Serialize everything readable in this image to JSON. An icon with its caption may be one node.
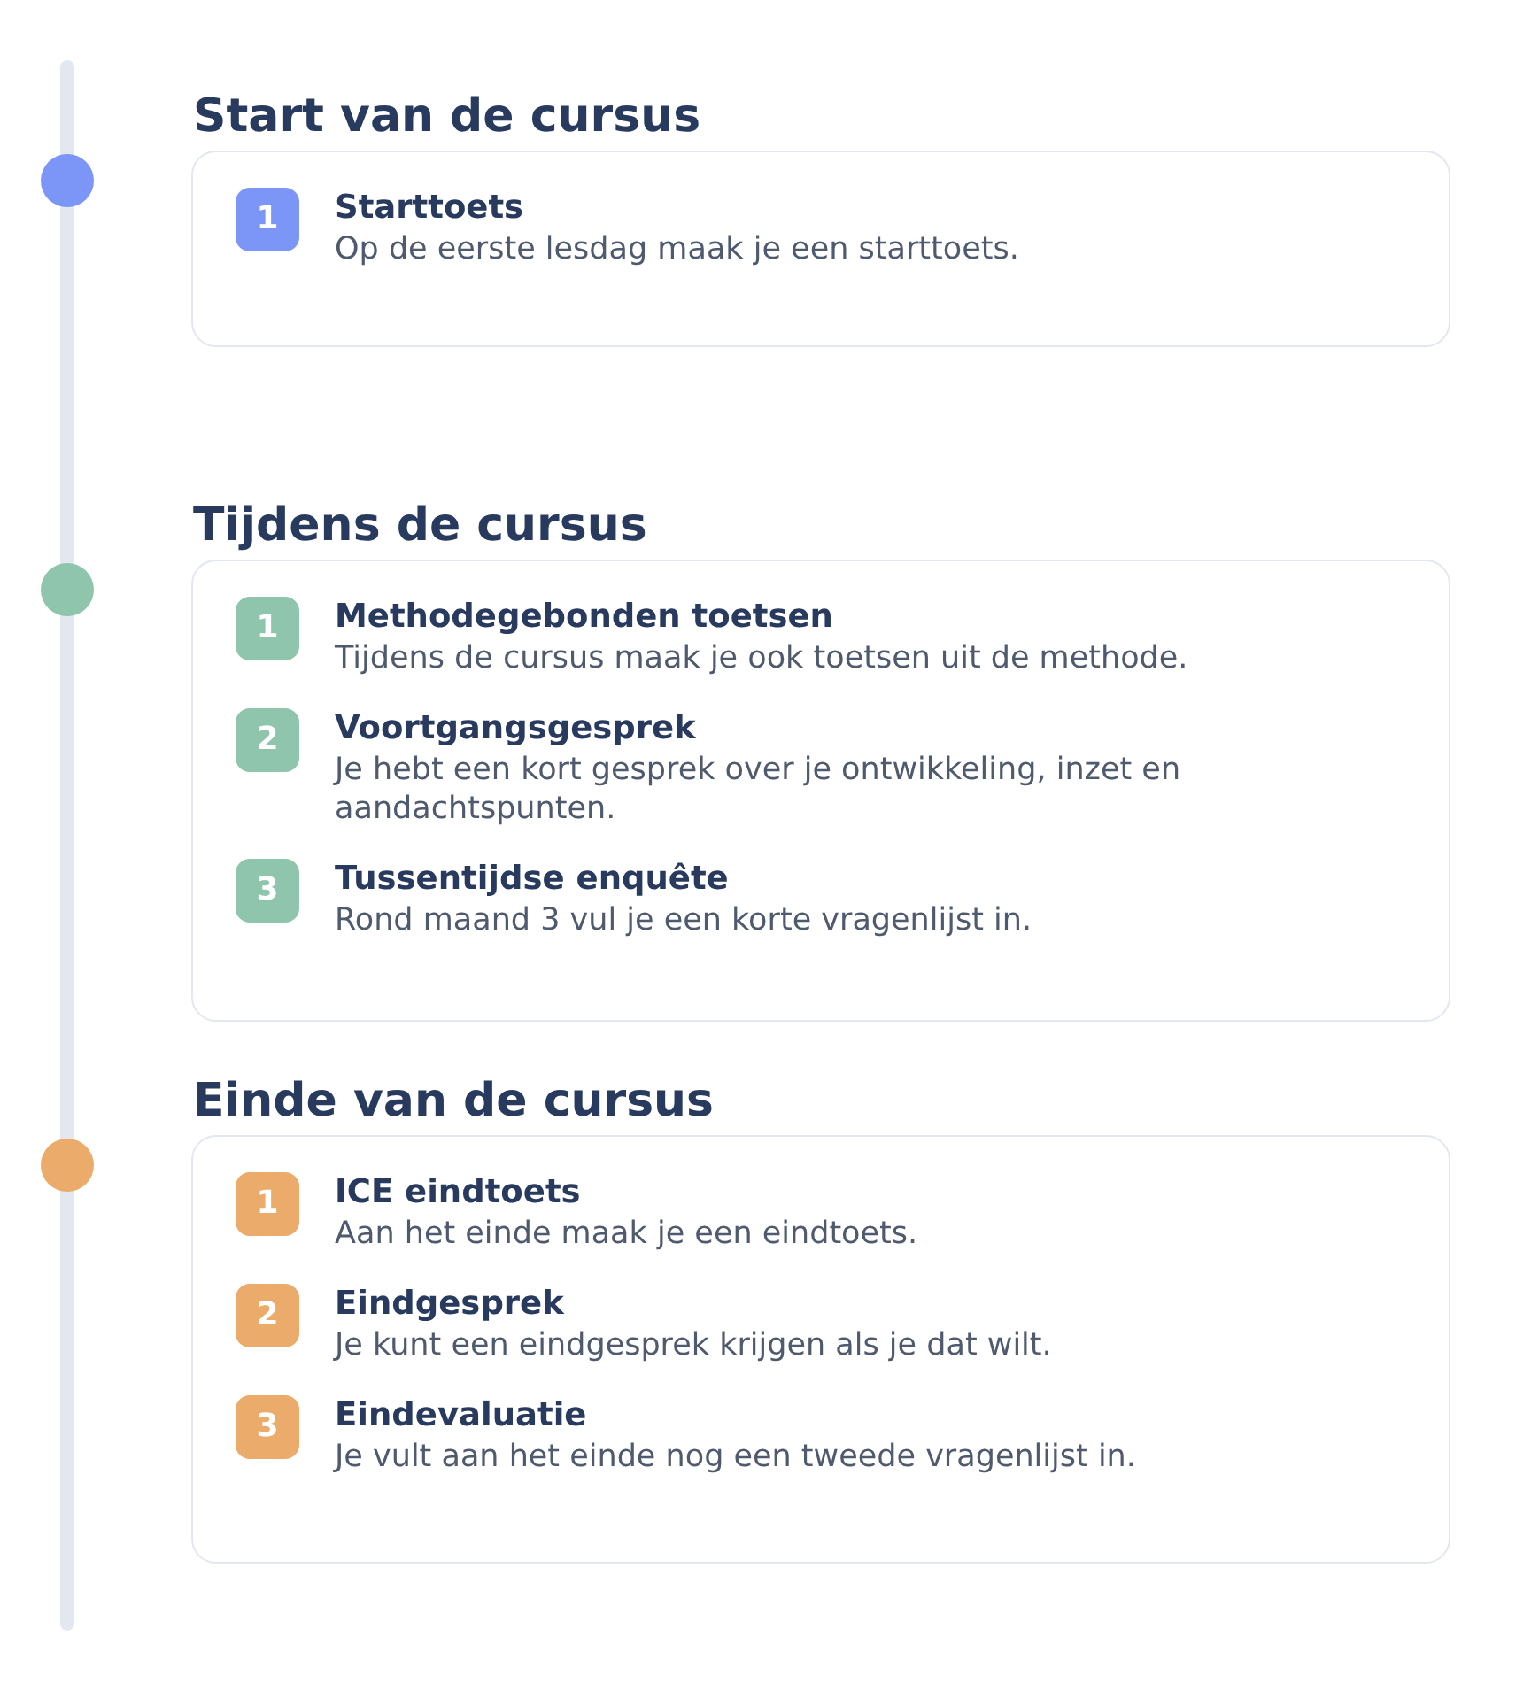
{
  "diagram": {
    "nodes": [
      {
        "text": [
          "Start van de cursus"
        ]
      },
      {
        "text": [
          "1"
        ],
        "in": 0,
        "beside": [
          "Starttoets",
          "Op de eerste lesdag maak je een starttoets."
        ]
      },
      {
        "text": [
          "Tijdens de cursus"
        ]
      },
      {
        "text": [
          "1"
        ],
        "in": 2,
        "beside": [
          "Methodegebonden toetsen",
          "Tijdens de cursus maak je ook toetsen uit de methode."
        ]
      },
      {
        "text": [
          "2"
        ],
        "in": 2,
        "beside": [
          "Voortgangsgesprek",
          "Je hebt een kort gesprek over je ontwikkeling, inzet en aandachtspunten."
        ]
      },
      {
        "text": [
          "3"
        ],
        "in": 2,
        "beside": [
          "Tussentijdse enquête",
          "Rond maand 3 vul je een korte vragenlijst in."
        ]
      },
      {
        "text": [
          "Einde van de cursus"
        ]
      },
      {
        "text": [
          "1"
        ],
        "in": 6,
        "beside": [
          "ICE eindtoets",
          "Aan het einde maak je een eindtoets."
        ]
      },
      {
        "text": [
          "2"
        ],
        "in": 6,
        "beside": [
          "Eindgesprek",
          "Je kunt een eindgesprek krijgen als je dat wilt."
        ]
      },
      {
        "text": [
          "3"
        ],
        "in": 6,
        "beside": [
          "Eindevaluatie",
          "Je vult aan het einde nog een tweede vragenlijst in."
        ]
      }
    ]
  }
}
